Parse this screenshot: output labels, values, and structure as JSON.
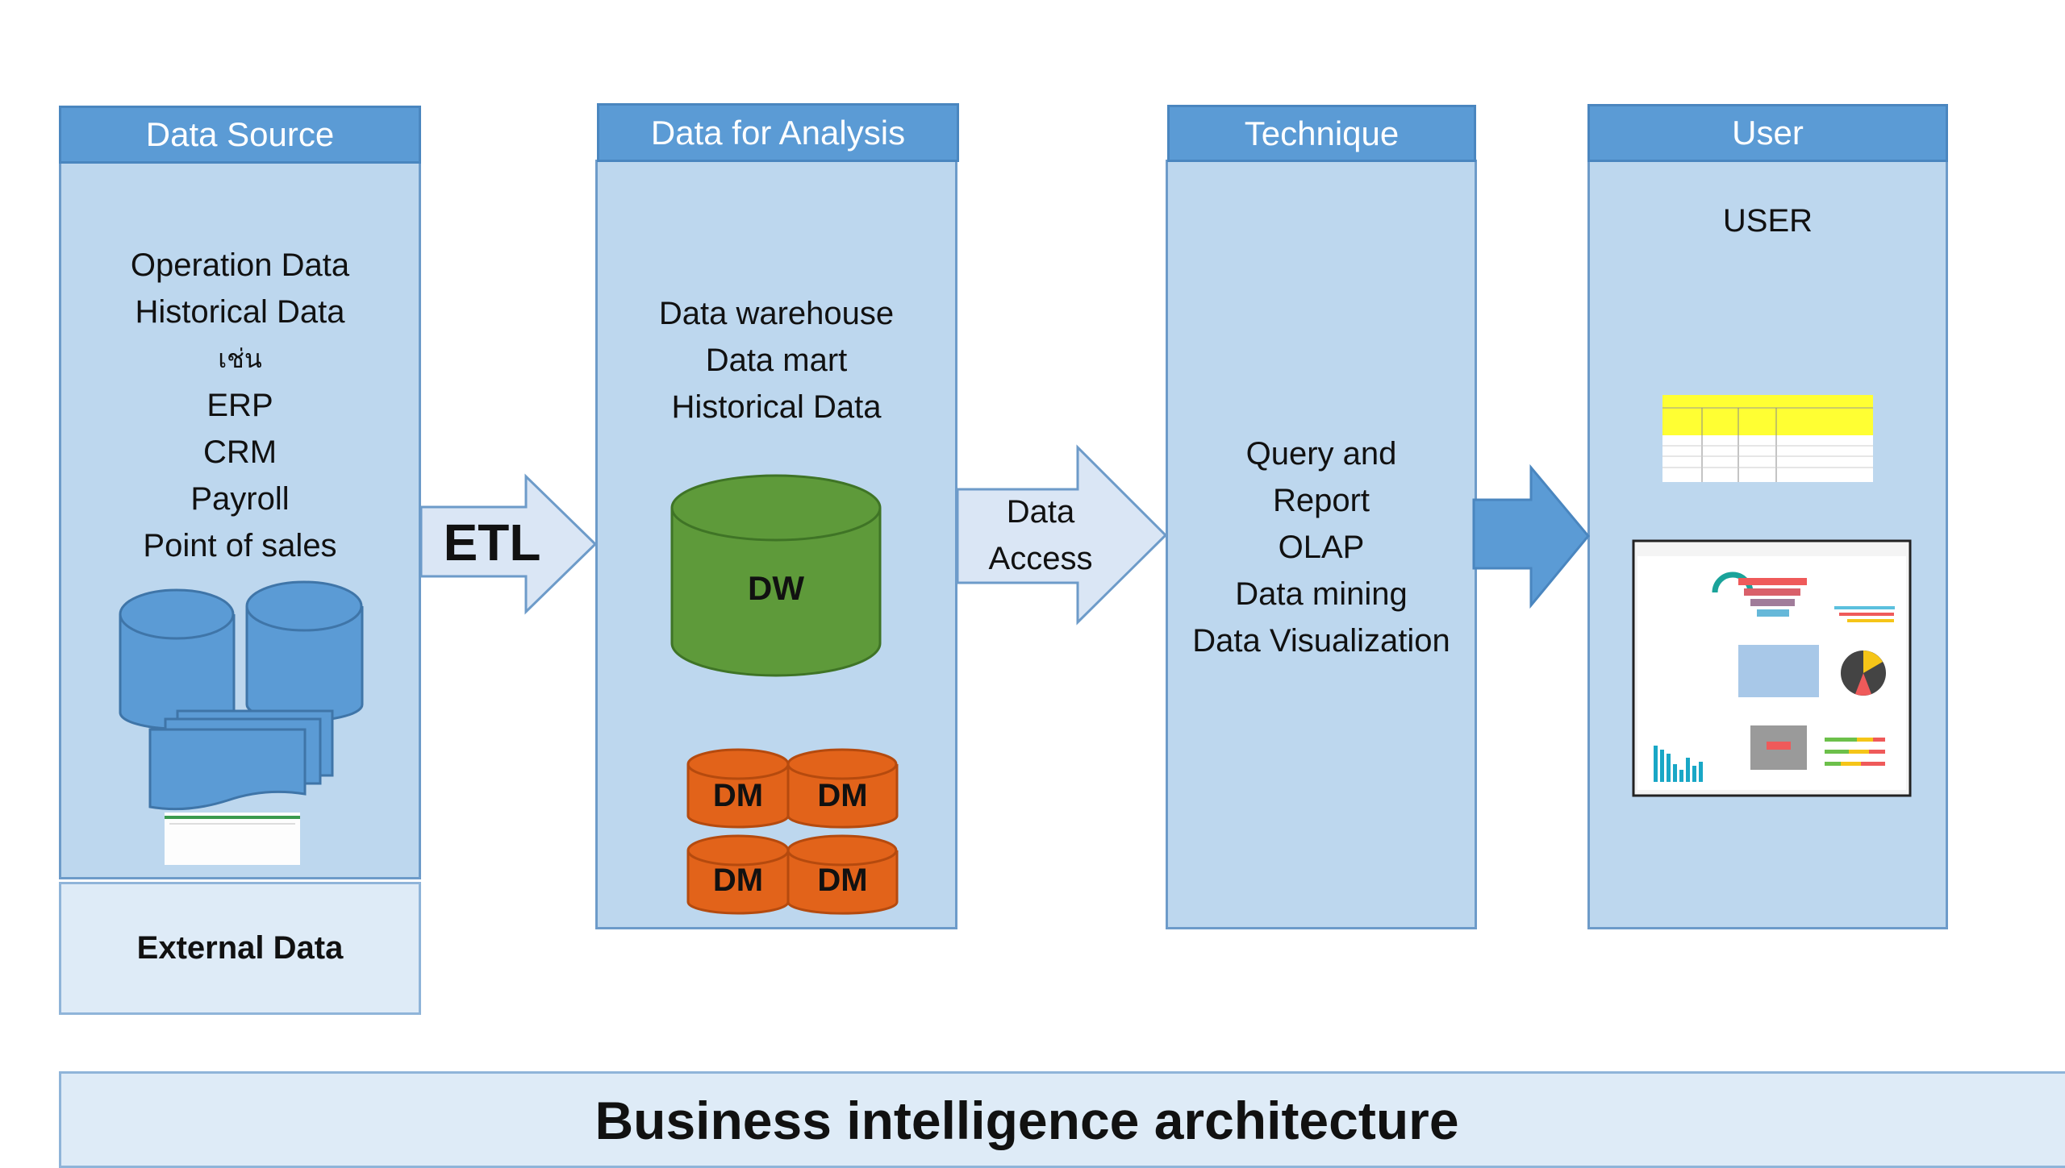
{
  "columns": [
    {
      "header": "Data Source",
      "lines": [
        "Operation Data",
        "Historical Data",
        "เช่น",
        "ERP",
        "CRM",
        "Payroll",
        "Point of sales"
      ],
      "footer": "External Data"
    },
    {
      "header": "Data for Analysis",
      "lines": [
        "Data warehouse",
        "Data mart",
        "Historical Data"
      ],
      "dw_label": "DW",
      "dm_labels": [
        "DM",
        "DM",
        "DM",
        "DM"
      ]
    },
    {
      "header": "Technique",
      "lines": [
        "Query and",
        "Report",
        "OLAP",
        "Data mining",
        "Data Visualization"
      ]
    },
    {
      "header": "User",
      "lines": [
        "USER"
      ]
    }
  ],
  "arrows": {
    "etl": "ETL",
    "data_access": [
      "Data",
      "Access"
    ]
  },
  "title": "Business intelligence architecture",
  "colors": {
    "header": "#5b9bd5",
    "column": "#bdd7ee",
    "dw": "#5e9a3a",
    "dm": "#e2631a",
    "source_cylinder": "#5b9bd5"
  }
}
